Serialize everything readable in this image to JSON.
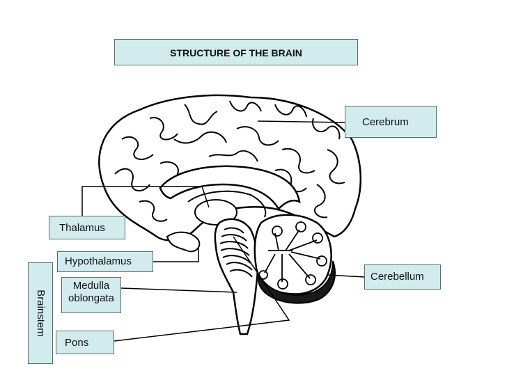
{
  "title": "STRUCTURE OF THE BRAIN",
  "labels": {
    "cerebrum": "Cerebrum",
    "cerebellum": "Cerebellum",
    "thalamus": "Thalamus",
    "hypothalamus": "Hypothalamus",
    "medulla_line1": "Medulla",
    "medulla_line2": "oblongata",
    "pons": "Pons",
    "brainstem": "Brainstem"
  },
  "colors": {
    "label_fill": "#d2ebed",
    "line": "#000000",
    "cerebellum_shade": "#1a1a1a"
  }
}
